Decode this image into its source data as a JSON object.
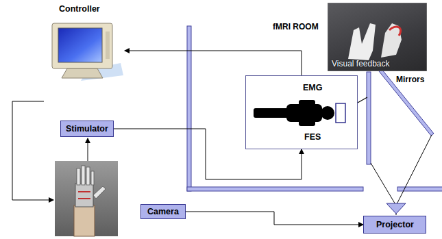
{
  "diagram": {
    "nodes": [
      {
        "text": [
          "Controller"
        ]
      },
      {
        "text": [
          "Visual feedback"
        ]
      },
      {
        "text": [
          "EMG",
          "FES"
        ]
      },
      {
        "text": [
          "Stimulator"
        ]
      },
      {
        "text": [
          "Camera"
        ]
      },
      {
        "text": [
          "Projector"
        ]
      }
    ],
    "edges": [
      {
        "from": 2,
        "to": 0,
        "arrow": "to"
      },
      {
        "from": 3,
        "to": 2,
        "arrow": "to"
      },
      {
        "from": 4,
        "to": 5,
        "arrow": "to"
      }
    ],
    "labels": [
      "fMRI ROOM",
      "Mirrors"
    ]
  }
}
